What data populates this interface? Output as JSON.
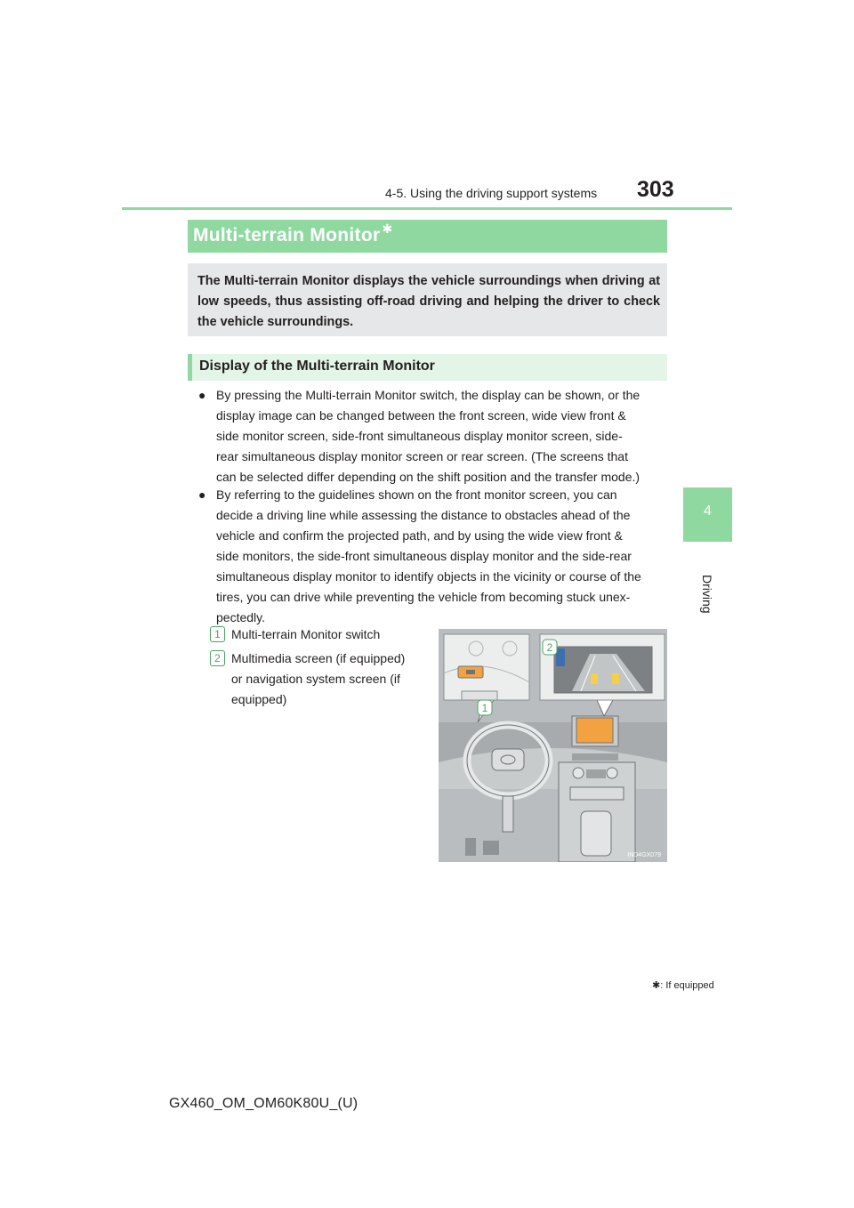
{
  "header": {
    "section": "4-5. Using the driving support systems",
    "page_number": "303"
  },
  "side_tab": {
    "chapter_number": "4",
    "chapter_label": "Driving"
  },
  "title": {
    "text": "Multi-terrain Monitor",
    "mark": "✱"
  },
  "intro": "The Multi-terrain Monitor displays the vehicle surroundings when driving at low speeds, thus assisting off-road driving and helping the driver to check the vehicle surroundings.",
  "subheading": "Display of the Multi-terrain Monitor",
  "bullets": [
    {
      "symbol": "●",
      "lines": [
        "By pressing the Multi-terrain Monitor switch, the display can be shown, or the",
        "display image can be changed between the front screen, wide view front &",
        "side monitor screen, side-front simultaneous display monitor screen, side-",
        "rear simultaneous display monitor screen or rear screen. (The screens that",
        "can be selected differ depending on the shift position and the transfer mode.)"
      ]
    },
    {
      "symbol": "●",
      "lines": [
        "By referring to the guidelines shown on the front monitor screen, you can",
        "decide a driving line while assessing the distance to obstacles ahead of the",
        "vehicle and confirm the projected path, and by using the wide view front &",
        "side monitors, the side-front simultaneous display monitor and the side-rear",
        "simultaneous display monitor to identify objects in the vicinity or course of the",
        "tires, you can drive while preventing the vehicle from becoming stuck unex-",
        "pectedly."
      ]
    }
  ],
  "callouts": [
    {
      "num": "1",
      "lines": [
        "Multi-terrain Monitor switch"
      ]
    },
    {
      "num": "2",
      "lines": [
        "Multimedia screen (if equipped)",
        "or navigation system screen (if",
        "equipped)"
      ]
    }
  ],
  "illustration": {
    "code": "IND4GX079",
    "labels": [
      "1",
      "2"
    ],
    "colors": {
      "callout_border": "#4aa564",
      "switch": "#f2a241",
      "screen": "#f2a241"
    }
  },
  "footnote": {
    "mark": "✱",
    "text": ": If equipped"
  },
  "footer_code": "GX460_OM_OM60K80U_(U)",
  "colors": {
    "accent_green": "#8fd9a0",
    "light_green": "#e3f5e6",
    "gray_box": "#e6e7e8"
  }
}
